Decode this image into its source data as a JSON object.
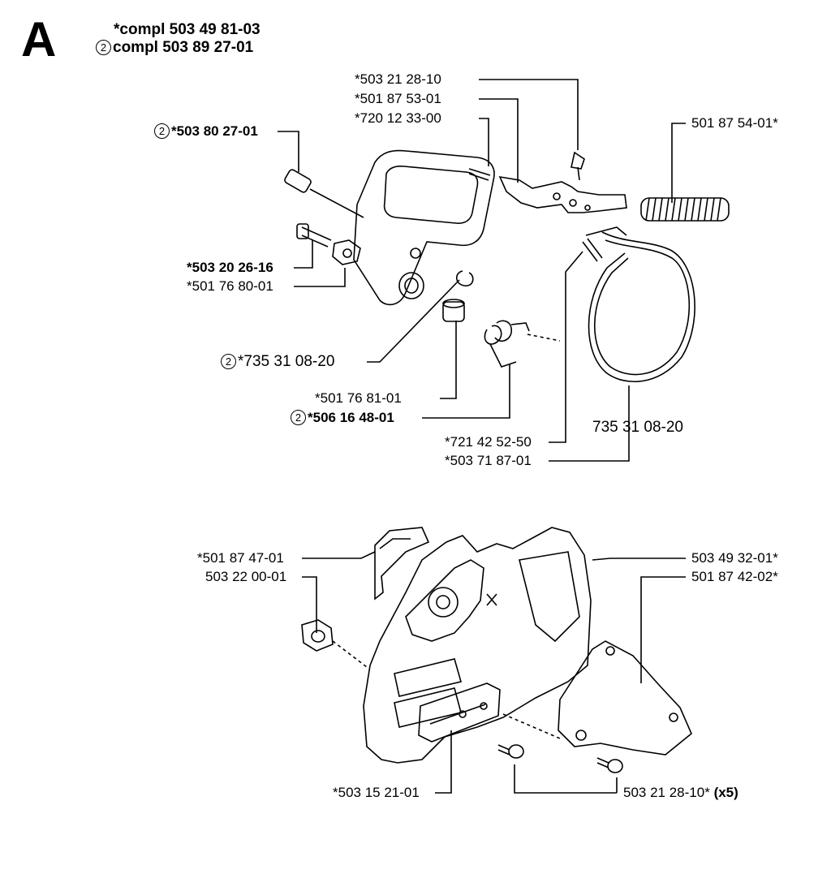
{
  "section_letter": "A",
  "header": {
    "line1": "*compl 503 49 81-03",
    "line2_marker": "2",
    "line2": "compl 503 89 27-01"
  },
  "labels": {
    "p_503212810_top": "*503 21 28-10",
    "p_501875301": "*501 87 53-01",
    "p_720123300": "*720 12 33-00",
    "p_501875401": "501 87 54-01*",
    "p_503802701_marker": "2",
    "p_503802701": "*503 80 27-01",
    "p_503202616": "*503 20 26-16",
    "p_501768001": "*501 76 80-01",
    "p_735310820_marker": "2",
    "p_735310820": "*735 31 08-20",
    "p_501768101": "*501 76 81-01",
    "p_506164801_marker": "2",
    "p_506164801": "*506 16 48-01",
    "p_735310820_band": "735 31 08-20",
    "p_721425250": "*721 42 52-50",
    "p_503718701": "*503 71 87-01",
    "p_501874701": "*501 87 47-01",
    "p_503220001": "503 22 00-01",
    "p_503493201": "503 49 32-01*",
    "p_501874202": "501 87 42-02*",
    "p_503152101": "*503 15 21-01",
    "p_503212810_bottom": "503 21 28-10*",
    "p_503212810_bottom_qty": "(x5)"
  }
}
